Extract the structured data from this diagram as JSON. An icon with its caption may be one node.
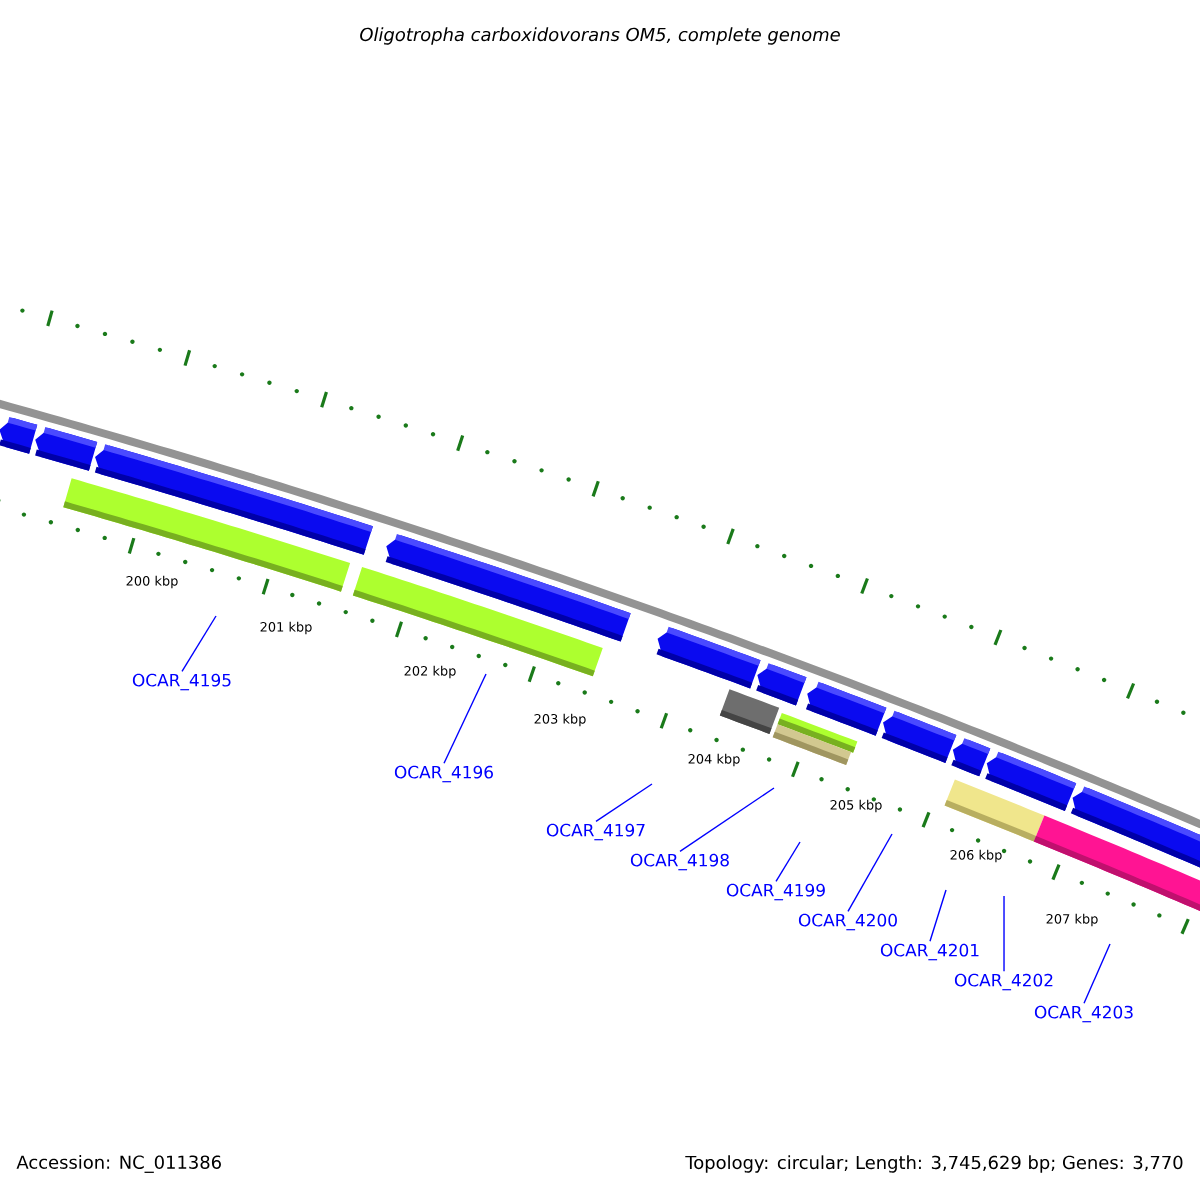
{
  "diagram": {
    "title": "Oligotropha carboxidovorans OM5, complete genome",
    "nodes": [
      {
        "text": [
          "OCAR_4195"
        ]
      },
      {
        "text": [
          "OCAR_4196"
        ]
      },
      {
        "text": [
          "OCAR_4197"
        ]
      },
      {
        "text": [
          "OCAR_4198"
        ]
      },
      {
        "text": [
          "OCAR_4199"
        ]
      },
      {
        "text": [
          "OCAR_4200"
        ]
      },
      {
        "text": [
          "OCAR_4201"
        ]
      },
      {
        "text": [
          "OCAR_4202"
        ]
      },
      {
        "text": [
          "OCAR_4203"
        ]
      }
    ],
    "edges": [
      {
        "from": 0,
        "to": null,
        "arrow": "none"
      },
      {
        "from": 1,
        "to": null,
        "arrow": "none"
      },
      {
        "from": 2,
        "to": null,
        "arrow": "none"
      },
      {
        "from": 3,
        "to": null,
        "arrow": "none"
      },
      {
        "from": 4,
        "to": null,
        "arrow": "none"
      },
      {
        "from": 5,
        "to": null,
        "arrow": "none"
      },
      {
        "from": 6,
        "to": null,
        "arrow": "none"
      },
      {
        "from": 7,
        "to": null,
        "arrow": "none"
      },
      {
        "from": 8,
        "to": null,
        "arrow": "none"
      }
    ],
    "labels": [
      "200 kbp",
      "201 kbp",
      "202 kbp",
      "203 kbp",
      "204 kbp",
      "205 kbp",
      "206 kbp",
      "207 kbp",
      "Accession: NC_011386",
      "Topology: circular; Length: 3,745,629 bp; Genes: 3,770"
    ]
  }
}
